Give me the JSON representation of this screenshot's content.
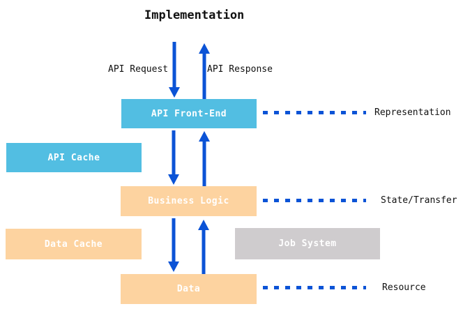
{
  "title": "Implementation",
  "colors": {
    "cyan": "#52BEE2",
    "peach": "#FDD3A0",
    "gray": "#CFCCCE",
    "arrow-blue": "#0B53D6",
    "box-text": "#FFFFFF",
    "label-text": "#111111"
  },
  "flow": {
    "request_label": "API Request",
    "response_label": "API Response"
  },
  "boxes": {
    "api_front_end": "API Front-End",
    "api_cache": "API Cache",
    "business_logic": "Business Logic",
    "data_cache": "Data Cache",
    "job_system": "Job System",
    "data": "Data"
  },
  "layer_labels": {
    "representation": "Representation",
    "state_transfer": "State/Transfer",
    "resource": "Resource"
  }
}
